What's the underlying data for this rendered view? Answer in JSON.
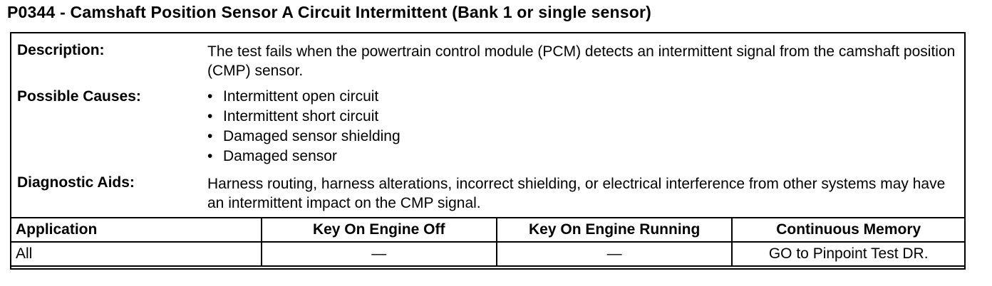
{
  "title": "P0344 - Camshaft Position Sensor A Circuit Intermittent (Bank 1 or single sensor)",
  "sections": {
    "description": {
      "label": "Description:",
      "text": "The test fails when the powertrain control module (PCM) detects an intermittent signal from the camshaft position (CMP) sensor."
    },
    "possible_causes": {
      "label": "Possible Causes:",
      "items": [
        "Intermittent open circuit",
        "Intermittent short circuit",
        "Damaged sensor shielding",
        "Damaged sensor"
      ]
    },
    "diagnostic_aids": {
      "label": "Diagnostic Aids:",
      "text": "Harness routing, harness alterations, incorrect shielding, or electrical interference from other systems may have an intermittent impact on the CMP signal."
    }
  },
  "table": {
    "headers": [
      "Application",
      "Key On Engine Off",
      "Key On Engine Running",
      "Continuous Memory"
    ],
    "rows": [
      [
        "All",
        "—",
        "—",
        "GO to Pinpoint Test DR."
      ]
    ]
  }
}
